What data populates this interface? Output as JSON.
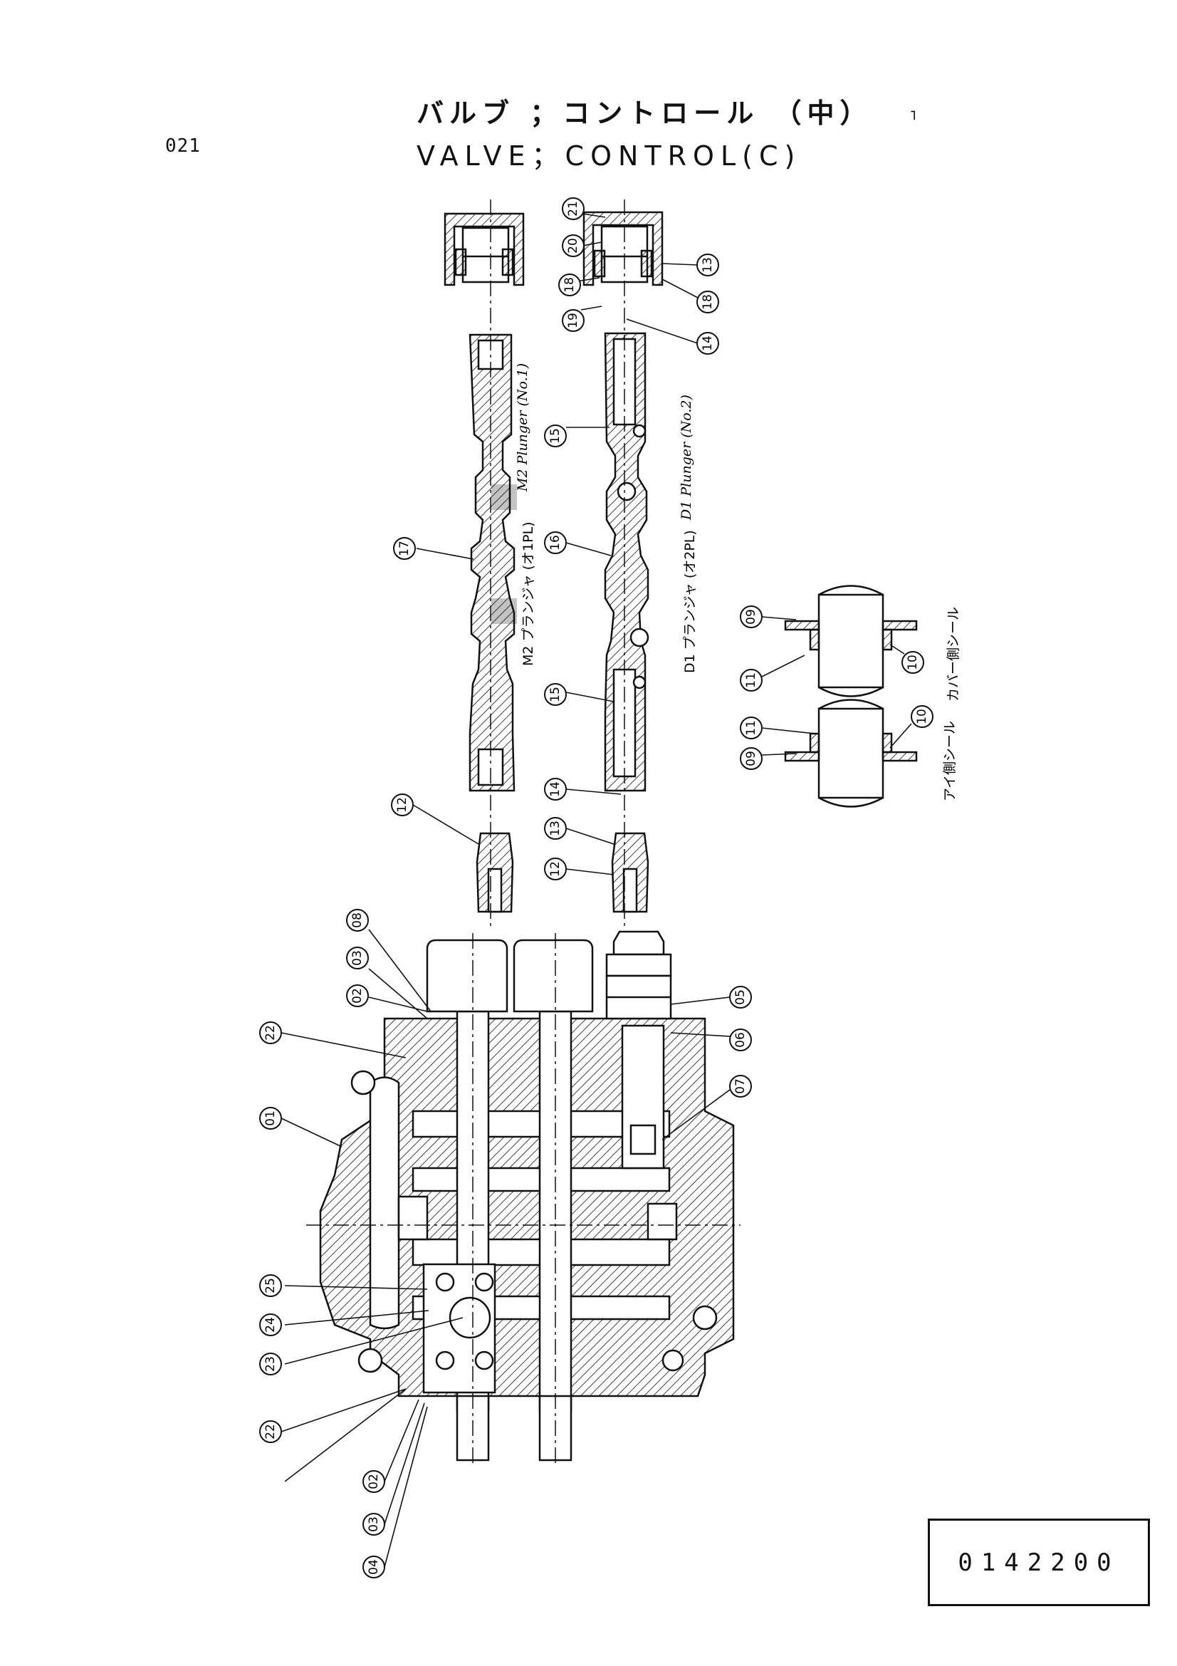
{
  "page_number": "021",
  "title_jp": "バルブ ；コントロール （中）",
  "title_en": "VALVE；CONTROL(C)",
  "part_number": "0142200",
  "labels": {
    "m2_plunger_en": "M2 Plunger (No.1)",
    "m2_plunger_jp": "M2 プランジャ (オ1PL)",
    "d1_plunger_en": "D1 Plunger (No.2)",
    "d1_plunger_jp": "D1 プランジャ (オ2PL)",
    "cover_seal_jp": "カバー側シール",
    "eye_seal_jp": "アイ側シール"
  },
  "balloons": [
    "01",
    "02",
    "03",
    "04",
    "05",
    "06",
    "07",
    "08",
    "09",
    "10",
    "11",
    "12",
    "13",
    "14",
    "15",
    "16",
    "17",
    "18",
    "19",
    "20",
    "21",
    "22",
    "23",
    "24",
    "25"
  ]
}
